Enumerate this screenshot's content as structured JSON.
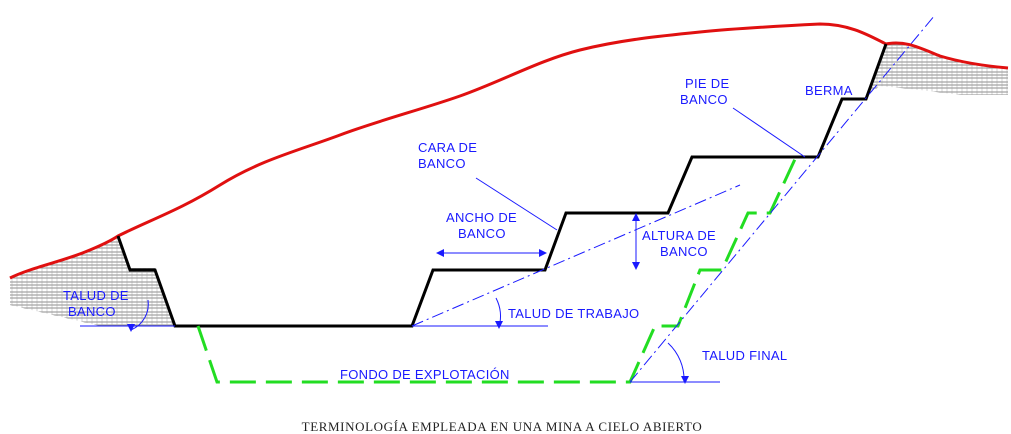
{
  "caption": "TERMINOLOGÍA EMPLEADA EN UNA MINA A CIELO ABIERTO",
  "labels": {
    "cara_de_banco": [
      "CARA DE",
      "BANCO"
    ],
    "ancho_de_banco": [
      "ANCHO DE",
      "BANCO"
    ],
    "altura_de_banco": [
      "ALTURA DE",
      "BANCO"
    ],
    "pie_de_banco": [
      "PIE DE",
      "BANCO"
    ],
    "berma": "BERMA",
    "talud_de_banco": [
      "TALUD DE",
      "BANCO"
    ],
    "talud_de_trabajo": "TALUD DE TRABAJO",
    "talud_final": "TALUD FINAL",
    "fondo_de_explotacion": "FONDO DE EXPLOTACIÓN"
  },
  "colors": {
    "terrain": "#e01010",
    "pit_profile": "#000000",
    "final_pit": "#22dd22",
    "annotation": "#1a1aff",
    "ground_hatch": "#555555"
  }
}
